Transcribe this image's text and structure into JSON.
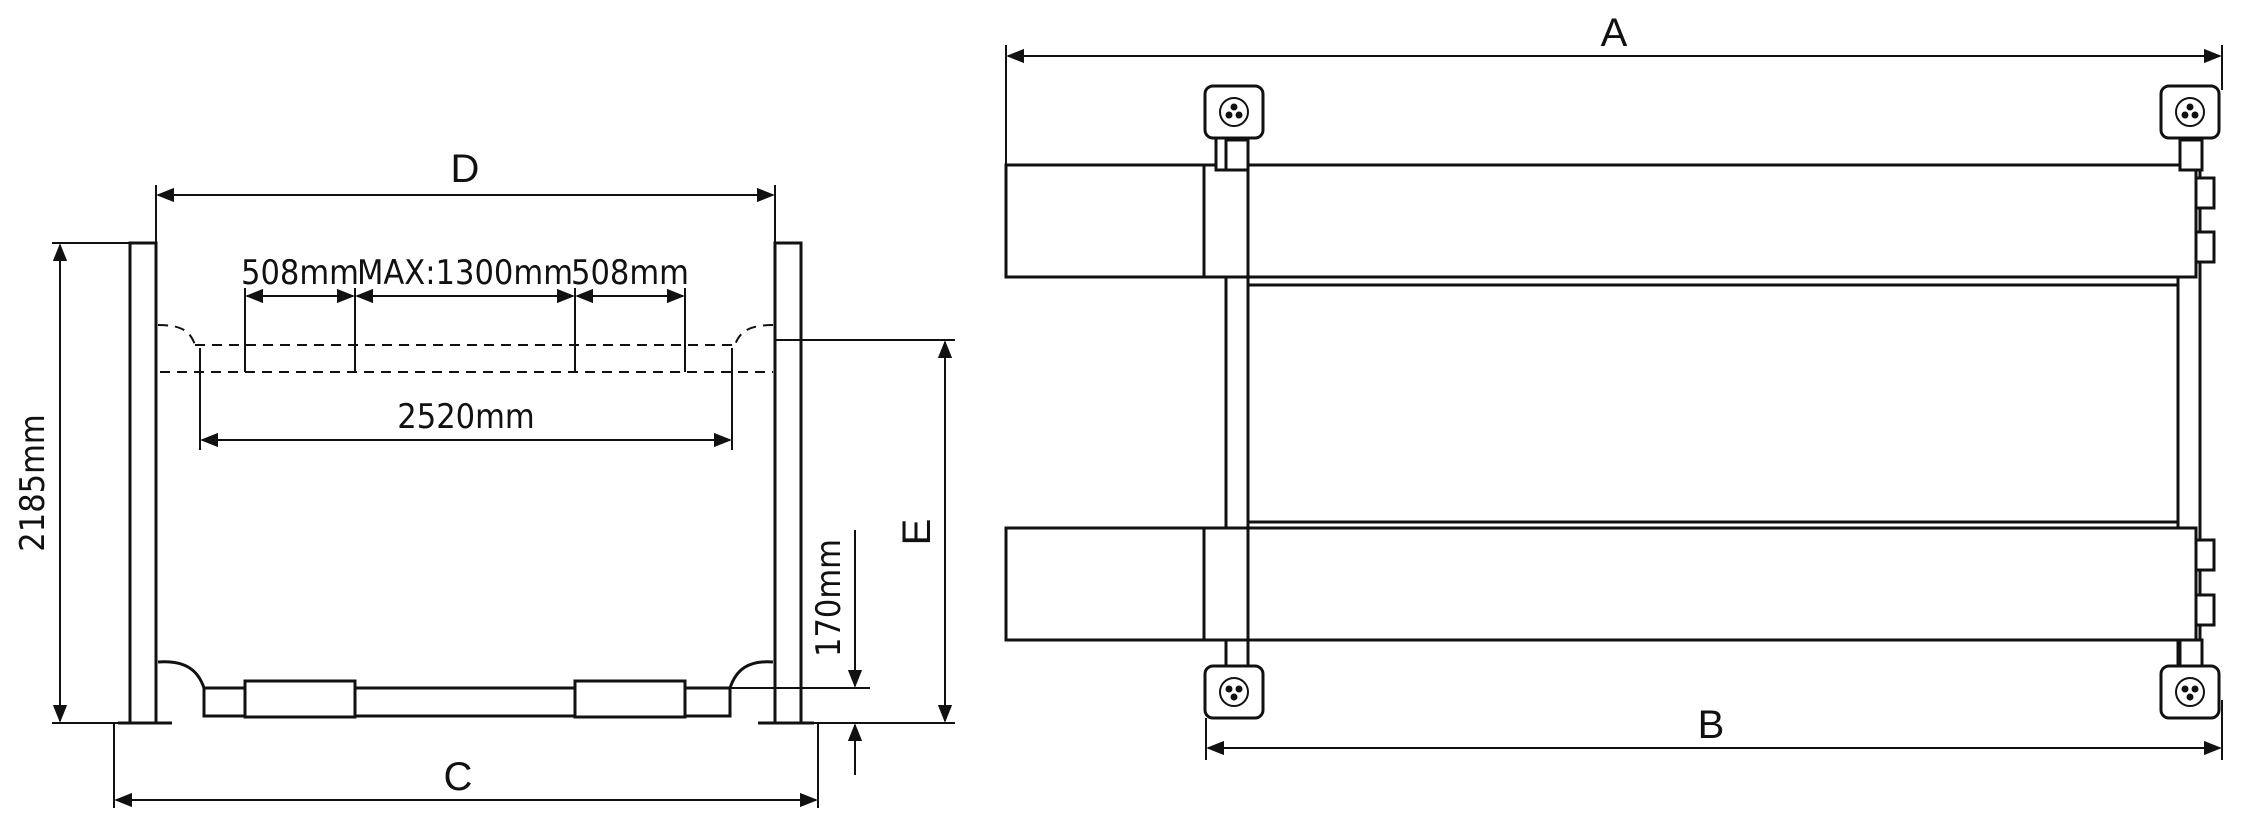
{
  "front_view": {
    "label_d": "D",
    "label_c": "C",
    "label_e": "E",
    "dim_height": "2185mm",
    "dim_ramp_left": "508mm",
    "dim_max_spacing": "MAX:1300mm",
    "dim_ramp_right": "508mm",
    "dim_overall_width": "2520mm",
    "dim_min_height": "170mm"
  },
  "top_view": {
    "label_a": "A",
    "label_b": "B"
  }
}
